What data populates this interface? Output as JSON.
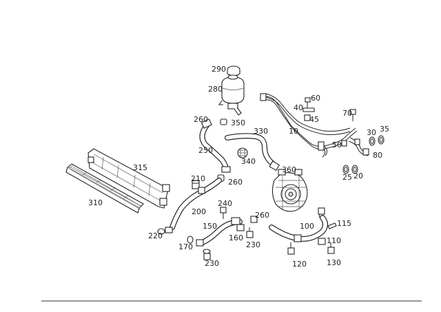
{
  "labels": [
    "290",
    "280",
    "60",
    "40",
    "45",
    "70",
    "260",
    "350",
    "330",
    "30",
    "35",
    "10",
    "50",
    "80",
    "250",
    "340",
    "360",
    "25",
    "20",
    "315",
    "210",
    "260",
    "310",
    "240",
    "200",
    "260",
    "150",
    "100",
    "115",
    "160",
    "220",
    "170",
    "230",
    "110",
    "120",
    "130",
    "230"
  ]
}
